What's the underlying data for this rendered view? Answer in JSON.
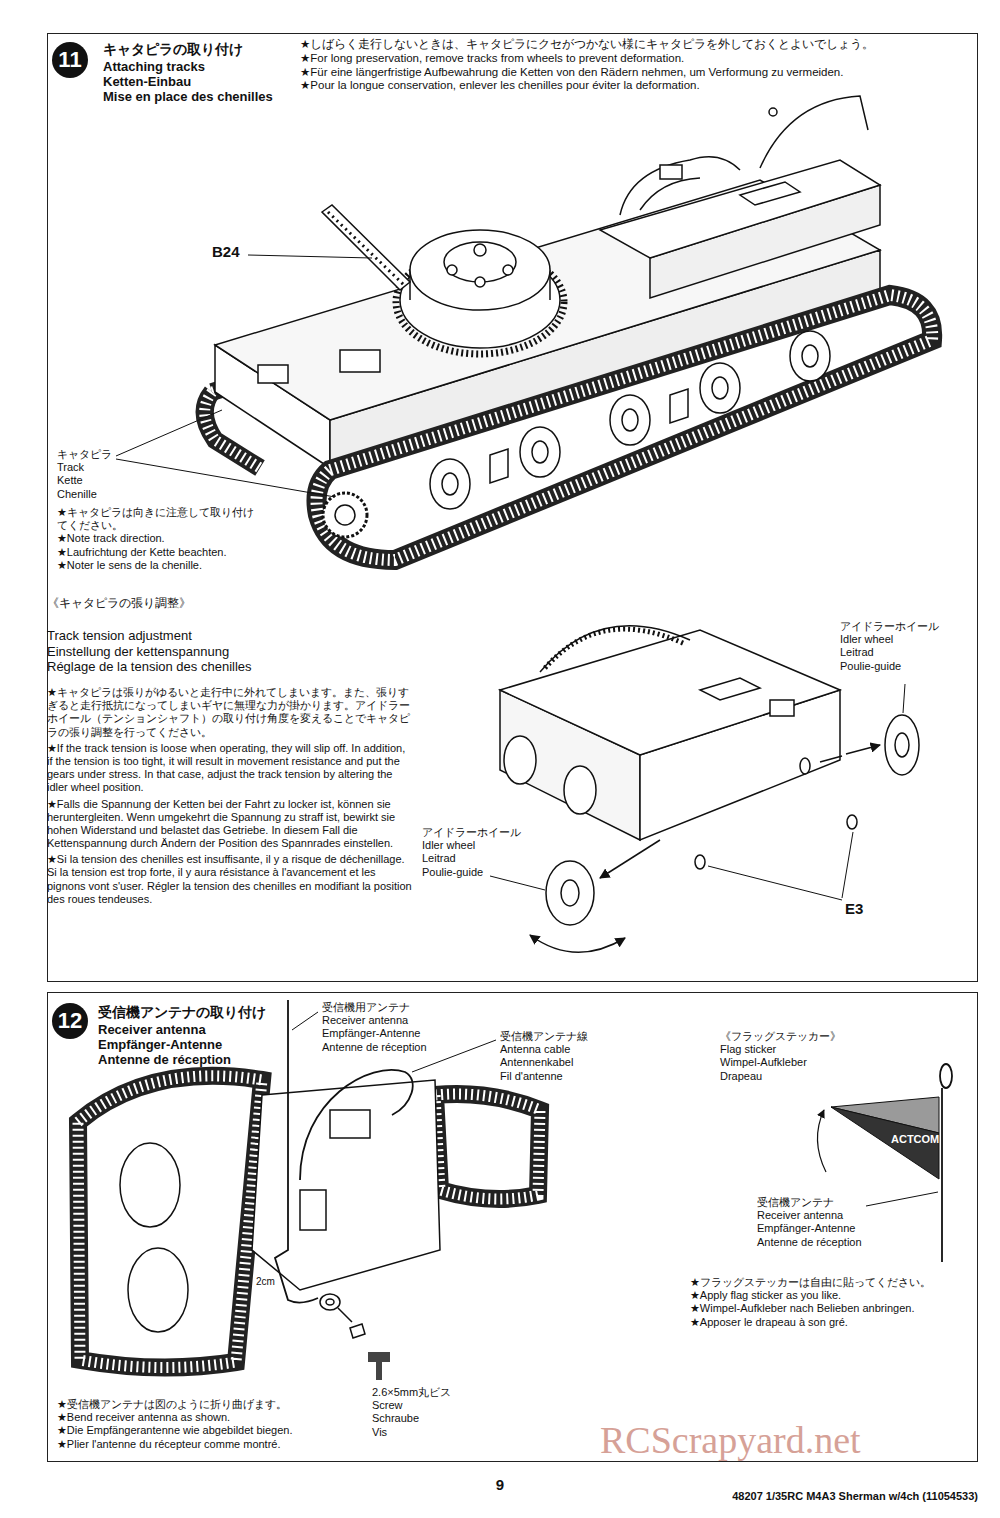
{
  "diagram": {
    "nodes": [
      {
        "text": [
          "キャタピラの取り付け",
          "Attaching tracks",
          "Ketten-Einbau",
          "Mise en place des chenilles"
        ]
      },
      {
        "text": [
          "11"
        ],
        "in": 0
      },
      {
        "text": [
          "受信機アンテナの取り付け",
          "Receiver antenna",
          "Empfänger-Antenne",
          "Antenne de réception"
        ]
      },
      {
        "text": [
          "12"
        ],
        "in": 2
      },
      {
        "text": [
          "ACTCOM"
        ],
        "in": 2
      }
    ],
    "labels": [
      "★しばらく走行しないときは、キャタピラにクセがつかない様にキャタピラを外しておくとよいでしょう。",
      "★For long preservation, remove tracks from wheels to prevent deformation.",
      "★Für eine längerfristige Aufbewahrung die Ketten von den Rädern nehmen, um Verformung zu vermeiden.",
      "★Pour la longue conservation, enlever les chenilles pour éviter la deformation.",
      "B24",
      "キャタピラ",
      "Track",
      "Kette",
      "Chenille",
      "★キャタピラは向きに注意して取り付けてください。",
      "★Note track direction.",
      "★Laufrichtung der Kette beachten.",
      "★Noter le sens de la chenille.",
      "《キャタピラの張り調整》",
      "Track tension adjustment",
      "Einstellung der kettenspannung",
      "Réglage de la tension des chenilles",
      "★キャタピラは張りがゆるいと走行中に外れてしまいます。また、張りすぎると走行抵抗になってしまいギヤに無理な力が掛かります。アイドラーホイール（テンションシャフト）の取り付け角度を変えることでキャタピラの張り調整を行ってください。",
      "★If the track tension is loose when operating, they will slip off. In addition, if the tension is too tight, it will result in movement resistance and put the gears under stress. In that case, adjust the track tension by altering the idler wheel position.",
      "★Falls die Spannung der Ketten bei der Fahrt zu locker ist, können sie heruntergleiten. Wenn umgekehrt die Spannung zu straff ist, bewirkt sie hohen Widerstand und belastet das Getriebe. In diesem Fall die Kettenspannung durch Ändern der Position des Spannrades einstellen.",
      "★Si la tension des chenilles est insuffisante, il y a risque de déchenillage. Si la tension est trop forte, il y aura résistance à l'avancement et les pignons vont s'user. Régler la tension des chenilles en modifiant la position des roues tendeuses.",
      "アイドラーホイール",
      "Idler wheel",
      "Leitrad",
      "Poulie-guide",
      "アイドラーホイール",
      "Idler wheel",
      "Leitrad",
      "Poulie-guide",
      "E3",
      "受信機用アンテナ",
      "Receiver antenna",
      "Empfänger-Antenne",
      "Antenne de réception",
      "受信機アンテナ線",
      "Antenna cable",
      "Antennenkabel",
      "Fil d'antenne",
      "《フラッグステッカー》",
      "Flag sticker",
      "Wimpel-Aufkleber",
      "Drapeau",
      "受信機アンテナ",
      "Receiver antenna",
      "Empfänger-Antenne",
      "Antenne de réception",
      "★フラッグステッカーは自由に貼ってください。",
      "★Apply flag sticker as you like.",
      "★Wimpel-Aufkleber nach Belieben anbringen.",
      "★Apposer le drapeau à son gré.",
      "2cm",
      "2.6×5mm丸ビス",
      "Screw",
      "Schraube",
      "Vis",
      "★受信機アンテナは図のように折り曲げます。",
      "★Bend receiver antenna as shown.",
      "★Die Empfängerantenne wie abgebildet biegen.",
      "★Plier l'antenne du récepteur comme montré.",
      "9",
      "48207 1/35RC M4A3 Sherman w/4ch (11054533)",
      "RCScrapyard.net"
    ]
  }
}
